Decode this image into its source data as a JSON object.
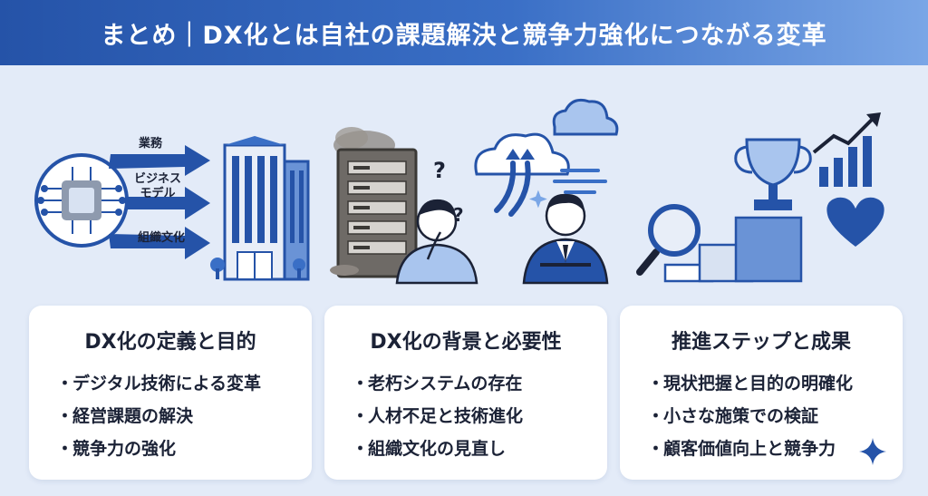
{
  "header": {
    "title": "まとめ｜DX化とは自社の課題解決と競争力強化につながる変革"
  },
  "illustration": {
    "arrow_labels": [
      "業務",
      "ビジネス\nモデル",
      "組織文化"
    ],
    "question_marks": [
      "?",
      "?"
    ]
  },
  "cards": [
    {
      "title": "DX化の定義と目的",
      "items": [
        "デジタル技術による変革",
        "経営課題の解決",
        "競争力の強化"
      ]
    },
    {
      "title": "DX化の背景と必要性",
      "items": [
        "老朽システムの存在",
        "人材不足と技術進化",
        "組織文化の見直し"
      ]
    },
    {
      "title": "推進ステップと成果",
      "items": [
        "現状把握と目的の明確化",
        "小さな施策での検証",
        "顧客価値向上と競争力"
      ]
    }
  ],
  "colors": {
    "primary": "#2553a8",
    "accent": "#3a6fc6",
    "light_blue": "#a9c5ee",
    "background": "#e3ebf8"
  }
}
